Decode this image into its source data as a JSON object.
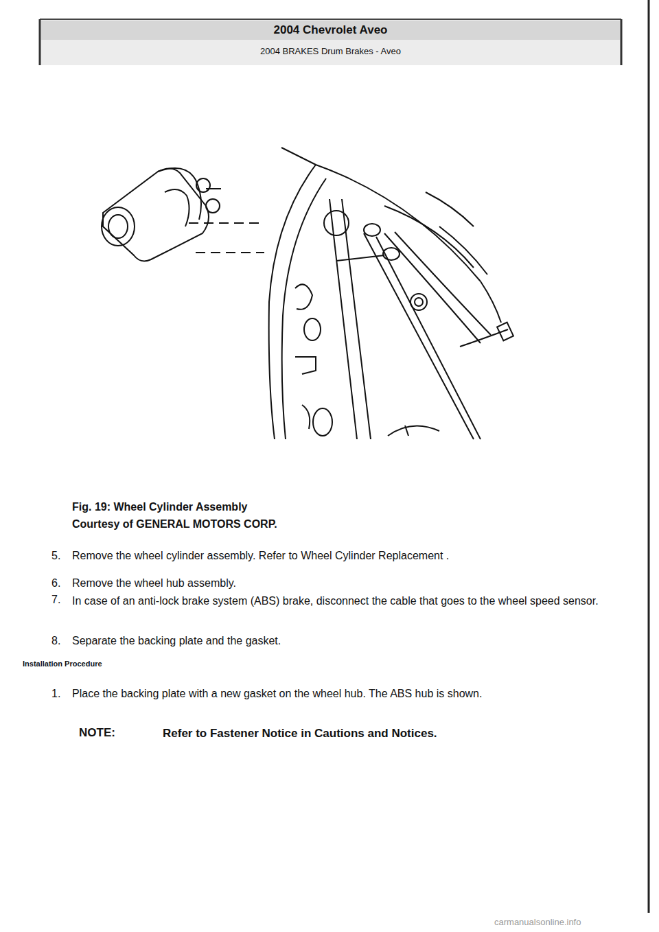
{
  "diagram": {
    "title": "2004 Chevrolet Aveo",
    "caption": "Fig. 19: Wheel Cylinder Assembly",
    "labels": [
      "2004 BRAKES Drum Brakes - Aveo",
      "Courtesy of GENERAL MOTORS CORP.",
      "5.",
      "Remove the wheel cylinder assembly. Refer to Wheel Cylinder Replacement .",
      "6.",
      "Remove the wheel hub assembly.",
      "7.",
      "In case of an anti-lock brake system (ABS) brake, disconnect the cable that goes to the wheel speed sensor.",
      "8.",
      "Separate the backing plate and the gasket.",
      "Installation Procedure",
      "1.",
      "Place the backing plate with a new gasket on the wheel hub. The ABS hub is shown.",
      "NOTE:",
      "Refer to Fastener Notice in Cautions and Notices.",
      "carmanualsonline.info"
    ]
  }
}
